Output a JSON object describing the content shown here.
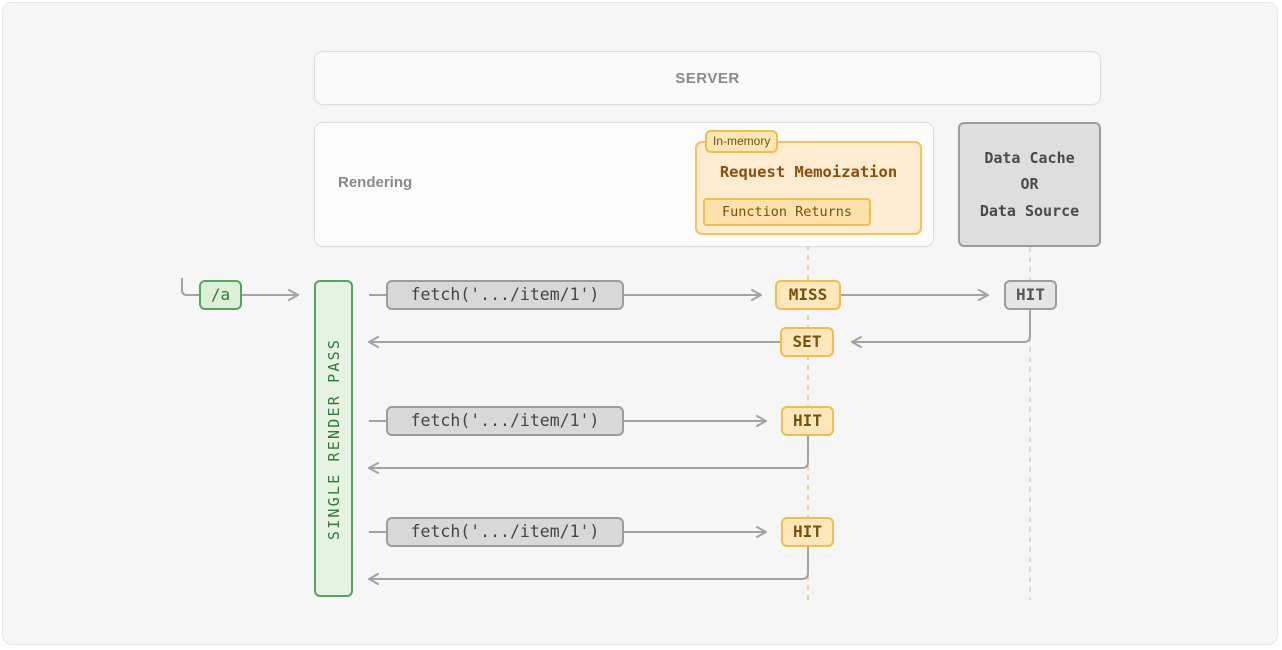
{
  "server": {
    "label": "SERVER"
  },
  "rendering": {
    "label": "Rendering"
  },
  "memoization": {
    "tag": "In-memory",
    "title": "Request Memoization",
    "store": "Function Returns"
  },
  "data_cache": {
    "line1": "Data Cache",
    "line2": "OR",
    "line3": "Data Source"
  },
  "render_pass": {
    "label": "SINGLE RENDER PASS"
  },
  "route": {
    "label": "/a"
  },
  "requests": [
    {
      "fetch": "fetch('.../item/1')",
      "memo_status": "MISS",
      "set_status": "SET",
      "data_status": "HIT"
    },
    {
      "fetch": "fetch('.../item/1')",
      "memo_status": "HIT"
    },
    {
      "fetch": "fetch('.../item/1')",
      "memo_status": "HIT"
    }
  ],
  "colors": {
    "memo_accent": "#f1bd4c",
    "route_green": "#55a55e",
    "neutral_gray": "#9c9c9c"
  }
}
